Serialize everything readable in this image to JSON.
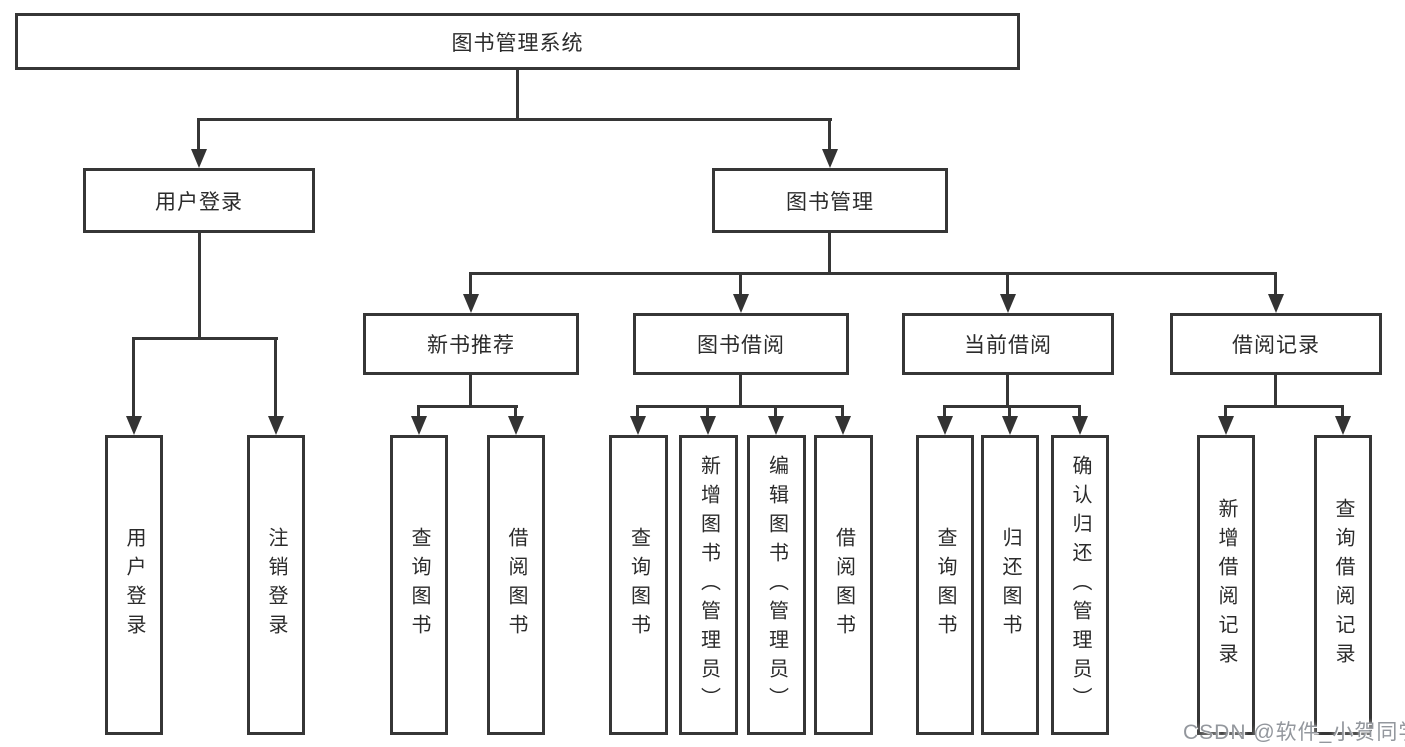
{
  "diagram": {
    "type": "functional-structure-tree",
    "colors": {
      "line": "#363636",
      "text": "#2b2b2b",
      "background": "#ffffff",
      "watermark": "#93979d"
    }
  },
  "tree": {
    "root": {
      "label": "图书管理系统"
    },
    "branches": [
      {
        "label": "用户登录",
        "leaves": [
          {
            "label": "用户登录"
          },
          {
            "label": "注销登录"
          }
        ]
      },
      {
        "label": "图书管理",
        "groups": [
          {
            "label": "新书推荐",
            "leaves": [
              {
                "label": "查询图书"
              },
              {
                "label": "借阅图书"
              }
            ]
          },
          {
            "label": "图书借阅",
            "leaves": [
              {
                "label": "查询图书"
              },
              {
                "label": "新增图书（管理员）"
              },
              {
                "label": "编辑图书（管理员）"
              },
              {
                "label": "借阅图书"
              }
            ]
          },
          {
            "label": "当前借阅",
            "leaves": [
              {
                "label": "查询图书"
              },
              {
                "label": "归还图书"
              },
              {
                "label": "确认归还（管理员）"
              }
            ]
          },
          {
            "label": "借阅记录",
            "leaves": [
              {
                "label": "新增借阅记录"
              },
              {
                "label": "查询借阅记录"
              }
            ]
          }
        ]
      }
    ]
  },
  "watermark": {
    "text": "CSDN @软件_小贺同学"
  }
}
